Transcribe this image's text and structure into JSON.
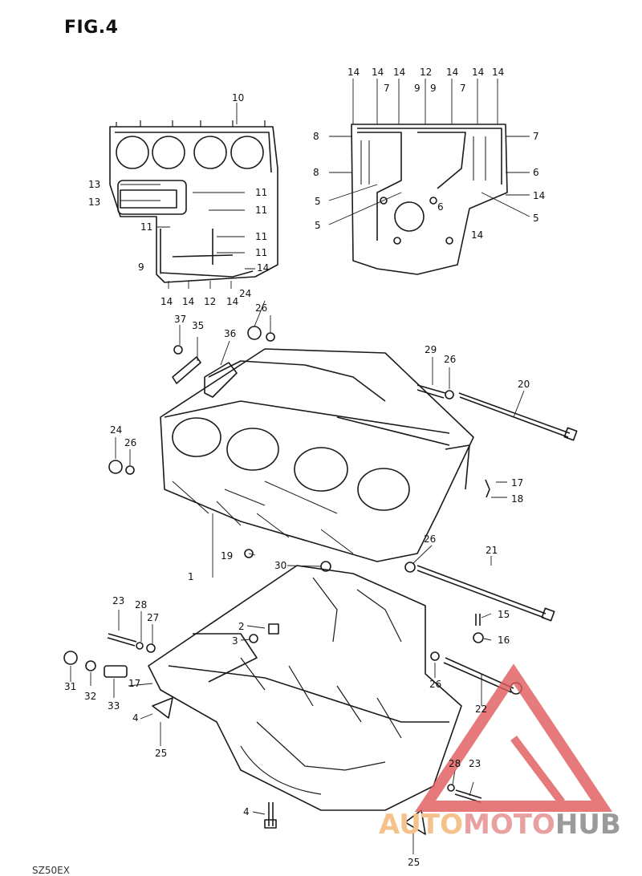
{
  "figure": {
    "title": "FIG.4",
    "model_code": "SZ50EX"
  },
  "watermark": {
    "part1": "AUTO",
    "part2": "MOTO",
    "part3": "HUB",
    "color_auto": "#f6c28b",
    "color_moto": "#e8a0a0",
    "color_hub": "#9a9a9a",
    "triangle_color": "#e05a5a"
  },
  "callouts": {
    "top_left": [
      "10",
      "13",
      "13",
      "11",
      "11",
      "11",
      "11",
      "11",
      "9",
      "14",
      "14",
      "14",
      "12",
      "14"
    ],
    "top_right": [
      "14",
      "14",
      "14",
      "7",
      "12",
      "9",
      "9",
      "14",
      "7",
      "14",
      "14",
      "8",
      "8",
      "7",
      "6",
      "5",
      "5",
      "6",
      "14",
      "5",
      "14"
    ],
    "upper_case": [
      "24",
      "26",
      "37",
      "35",
      "36",
      "29",
      "26",
      "20",
      "24",
      "26",
      "17",
      "18"
    ],
    "lower_case": [
      "1",
      "19",
      "30",
      "26",
      "21",
      "23",
      "28",
      "27",
      "2",
      "3",
      "15",
      "16",
      "31",
      "32",
      "33",
      "17",
      "4",
      "25",
      "26",
      "22",
      "4",
      "28",
      "23",
      "25"
    ]
  }
}
